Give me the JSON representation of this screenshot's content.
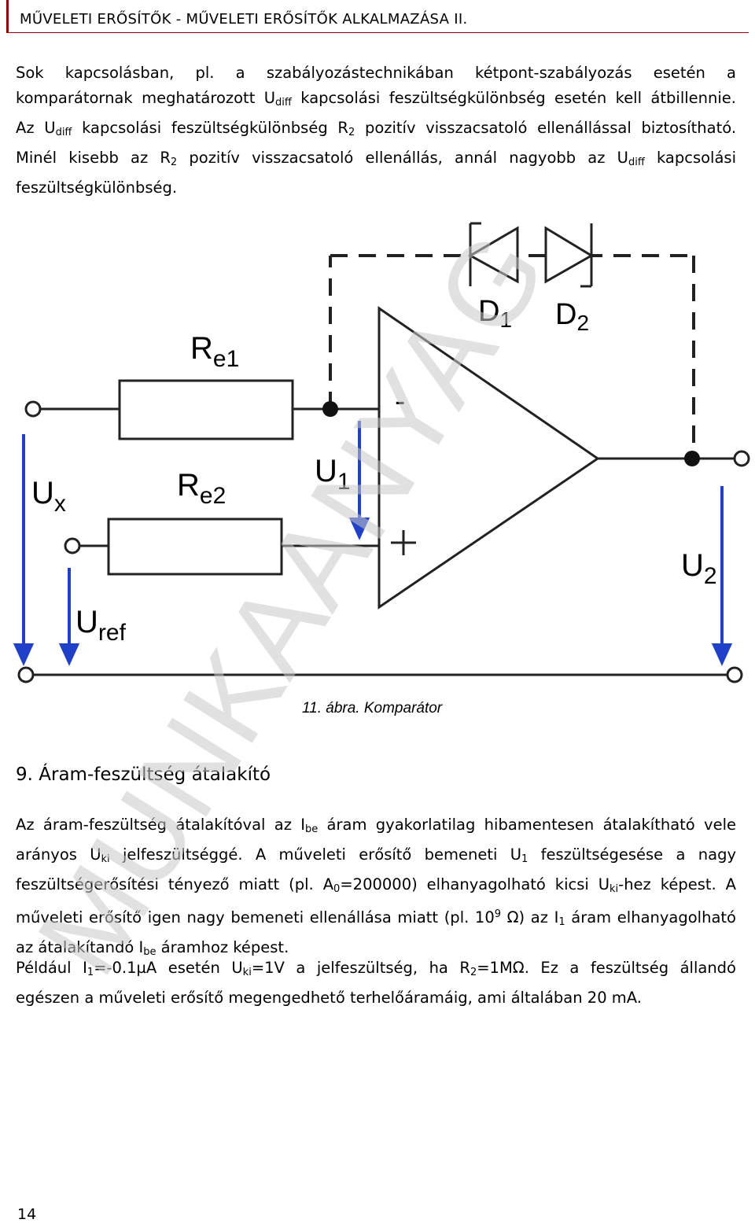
{
  "header": {
    "title": "MŰVELETI ERŐSÍTŐK - MŰVELETI ERŐSÍTŐK ALKALMAZÁSA II."
  },
  "intro": {
    "l1": "Sok kapcsolásban, pl. a szabályozástechnikában kétpont-szabályozás esetén a",
    "l2a": "komparátornak meghatározott U",
    "l2sub": "diff",
    "l2b": " kapcsolási feszültségkülönbség esetén kell átbillennie.",
    "l3a": "Az U",
    "l3sub": "diff",
    "l3b": " kapcsolási feszültségkülönbség R",
    "l3sub2": "2",
    "l3c": " pozitív visszacsatoló ellenállással biztosítható.",
    "l4a": "Minél kisebb az R",
    "l4sub": "2",
    "l4b": " pozitív visszacsatoló ellenállás, annál nagyobb az U",
    "l4sub2": "diff",
    "l4c": " kapcsolási",
    "l5": "feszültségkülönbség."
  },
  "diagram": {
    "d1": "D",
    "d1sub": "1",
    "d2": "D",
    "d2sub": "2",
    "re1": "R",
    "re1sub": "e1",
    "re2": "R",
    "re2sub": "e2",
    "ux": "U",
    "uxsub": "x",
    "uref": "U",
    "urefsub": "ref",
    "u1": "U",
    "u1sub": "1",
    "u2": "U",
    "u2sub": "2",
    "minus": "-",
    "plus": "+"
  },
  "figure": {
    "caption": "11. ábra. Komparátor"
  },
  "section": {
    "title": "9. Áram-feszültség átalakító"
  },
  "body1": {
    "l1a": "Az áram-feszültség átalakítóval az I",
    "l1sub": "be",
    "l1b": " áram gyakorlatilag hibamentesen átalakítható vele",
    "l2a": "arányos U",
    "l2sub": "ki",
    "l2b": " jelfeszültséggé. A műveleti erősítő bemeneti U",
    "l2sub2": "1",
    "l2c": " feszültségesése a nagy",
    "l3a": "feszültségerősítési tényező miatt (pl. A",
    "l3sub": "0",
    "l3b": "=200000) elhanyagolható kicsi U",
    "l3sub2": "ki",
    "l3c": "-hez képest. A",
    "l4a": "műveleti erősítő igen nagy bemeneti ellenállása miatt (pl. 10",
    "l4sup": "9",
    "l4b": " Ω) az I",
    "l4sub": "1",
    "l4c": " áram elhanyagolható",
    "l5a": "az átalakítandó I",
    "l5sub": "be",
    "l5b": " áramhoz képest."
  },
  "body2": {
    "l1a": "Például I",
    "l1sub": "1",
    "l1b": "=-0.1µA esetén U",
    "l1sub2": "ki",
    "l1c": "=1V a jelfeszültség, ha R",
    "l1sub3": "2",
    "l1d": "=1MΩ. Ez a feszültség állandó",
    "l2": "egészen a műveleti erősítő megengedhető terhelőáramáig, ami általában 20 mA."
  },
  "watermark": {
    "text": "MUNKAANYAG"
  },
  "footer": {
    "page": "14"
  }
}
